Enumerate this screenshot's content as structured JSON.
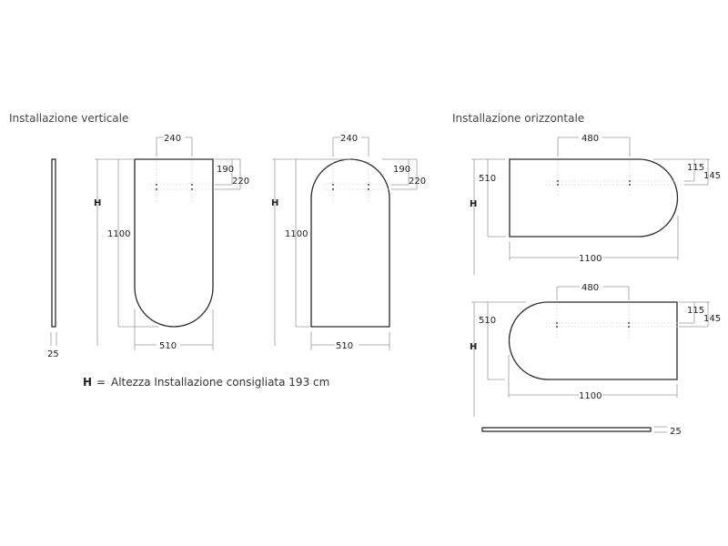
{
  "sections": {
    "vertical_title": "Installazione verticale",
    "horizontal_title": "Installazione orizzontale"
  },
  "dims": {
    "thickness": "25",
    "hole_spacing_vertical": "240",
    "hole_spacing_horizontal": "480",
    "length": "1100",
    "width": "510",
    "v_offset_1": "190",
    "v_offset_2": "220",
    "h_offset_1": "115",
    "h_offset_2": "145",
    "height_symbol": "H"
  },
  "legend": {
    "symbol": "H",
    "equals": "=",
    "text": "Altezza Installazione consigliata 193 cm"
  },
  "colors": {
    "outline": "#2a2a2a",
    "dimension": "#9a9a9a"
  }
}
